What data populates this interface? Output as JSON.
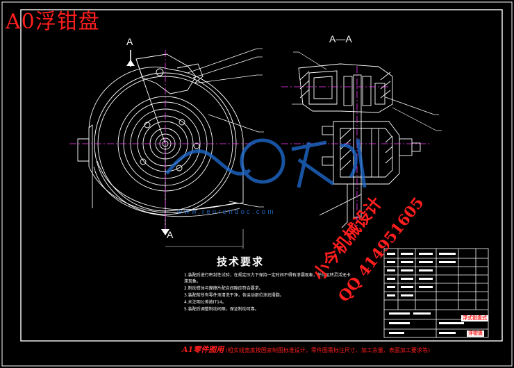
{
  "drawing_title": "A0浮钳盘",
  "section_label": "A—A",
  "section_marks": [
    "A",
    "A"
  ],
  "tech_requirements": {
    "title": "技术要求",
    "notes": [
      "1.装配后进行密封性试验，在规定压力下保持一定时间不得有渗漏现象，并应运转灵活无卡滞现象。",
      "2.制动钳体与摩擦片配合间隙应符合要求。",
      "3.装配前所有零件须清洗干净，各运动部位涂润滑脂。",
      "4.未注明公差按IT14。",
      "5.装配后调整制动间隙，保证制动可靠。"
    ]
  },
  "watermark": {
    "designer": "小今机械设计",
    "qq": "QQ 414951605",
    "site": "www.renrendoc.com"
  },
  "footer_note": {
    "lead": "A1零件图用",
    "text": "(粗实线宽度按国家制图标准设计，零件图需标注尺寸、加工余量、表面加工要求等)"
  },
  "title_block": {
    "badge_top": "浮式钳盘式",
    "badge_bottom": "浮钳盘"
  },
  "colors": {
    "background": "#000000",
    "line": "#ffffff",
    "center_line": "#ff3cff",
    "title": "#ff1e1e",
    "watermark_logo": "#1f6fd6"
  }
}
